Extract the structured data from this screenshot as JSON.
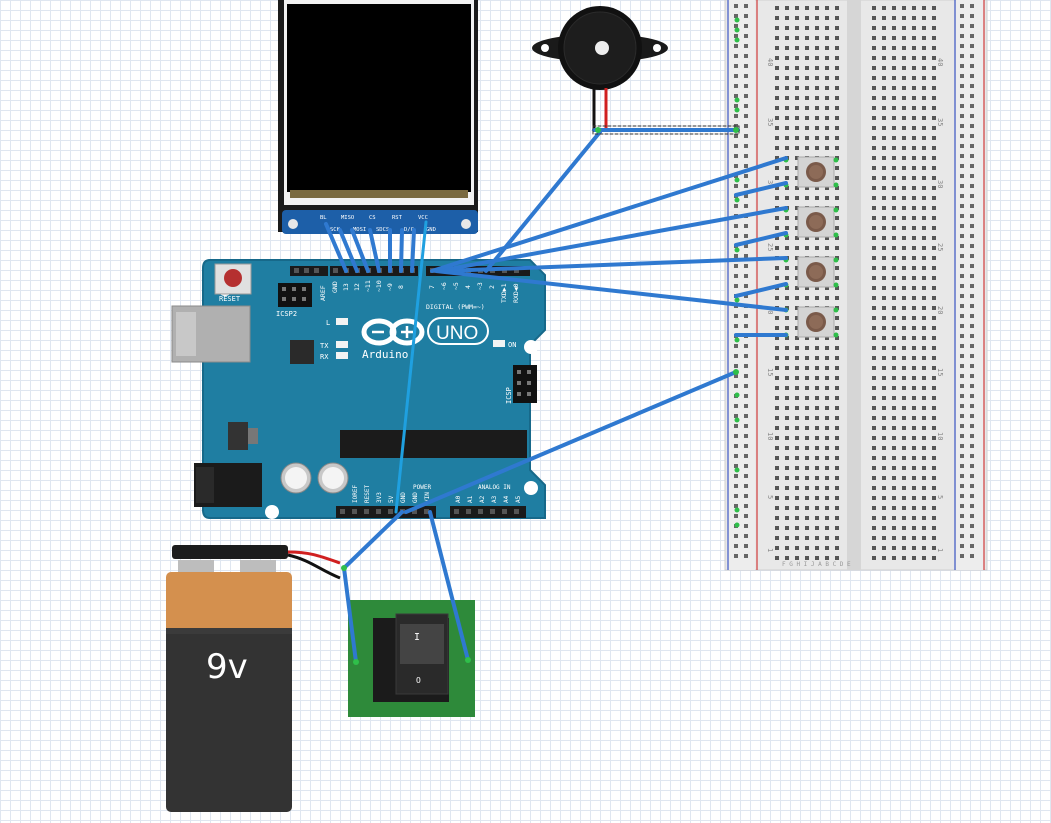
{
  "display": {
    "pins": [
      "BL",
      "MISO",
      "CS",
      "RST",
      "VCC"
    ],
    "pins2": [
      "SCK",
      "MOSI",
      "SDCS",
      "D/C",
      "GND"
    ]
  },
  "arduino": {
    "reset_label": "RESET",
    "icsp2_label": "ICSP2",
    "icsp_label": "ICSP",
    "l_label": "L",
    "tx_label": "TX",
    "rx_label": "RX",
    "on_label": "ON",
    "logo_text": "UNO",
    "brand_text": "Arduino",
    "digital_label": "DIGITAL (PWM=~)",
    "power_label": "POWER",
    "analog_label": "ANALOG IN",
    "aref_label": "AREF",
    "gnd_label": "GND",
    "txd_label": "TXD▶1",
    "rxd_label": "RXD◀0",
    "digital_pins": [
      "13",
      "12",
      "~11",
      "~10",
      "~9",
      "8",
      "7",
      "~6",
      "~5",
      "4",
      "~3",
      "2"
    ],
    "power_pins": [
      "IOREF",
      "RESET",
      "3V3",
      "5V",
      "GND",
      "GND",
      "VIN"
    ],
    "analog_pins": [
      "A0",
      "A1",
      "A2",
      "A3",
      "A4",
      "A5"
    ]
  },
  "battery": {
    "label": "9v"
  },
  "switch": {
    "on_mark": "I",
    "off_mark": "O"
  },
  "breadboard": {
    "row_numbers": [
      "40",
      "35",
      "30",
      "25",
      "20",
      "15",
      "10",
      "5",
      "1"
    ],
    "col_letters": "F G H I J   A B C D E"
  },
  "colors": {
    "arduino_blue": "#1f7ea2",
    "wire_blue": "#2f79d0",
    "wire_lightblue": "#1fa0e0",
    "battery_orange": "#d4904e",
    "battery_dark": "#333333",
    "switch_green": "#2e8a3a",
    "breadboard": "#e6e6e6"
  }
}
